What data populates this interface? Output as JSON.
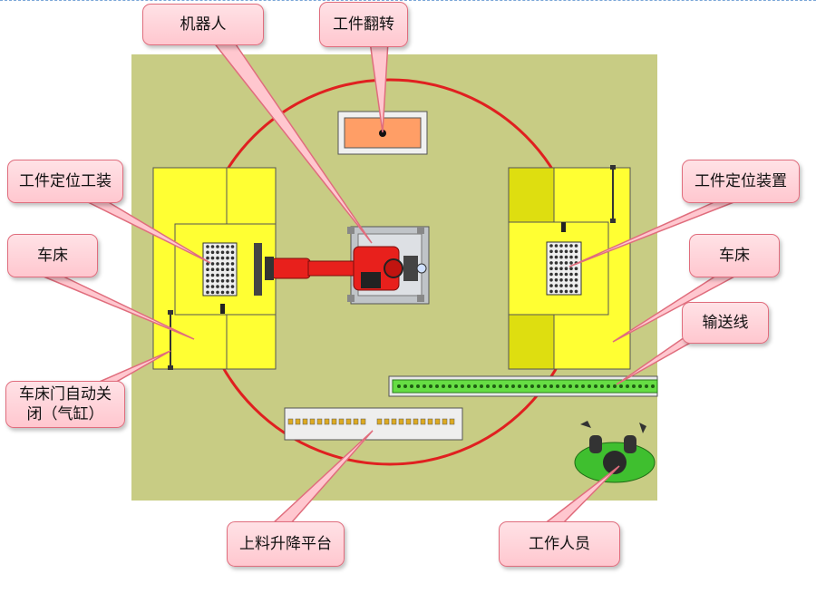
{
  "labels": {
    "robot": "机器人",
    "flip": "工件翻转",
    "fixture_left": "工件定位工装",
    "fixture_right": "工件定位装置",
    "lathe_left": "车床",
    "lathe_right": "车床",
    "conveyor": "输送线",
    "door": "车床门自动关闭（气缸）",
    "lift": "上料升降平台",
    "worker": "工作人员"
  },
  "colors": {
    "floor": "#c8cc84",
    "lathe": "#ffff33",
    "lathe_dark": "#dede10",
    "robot": "#e8201c",
    "circle": "#e02020",
    "flip_station": "#ff9e66",
    "conveyor": "#66dd44",
    "worker": "#3fbf2f",
    "callout_border": "#e06d7d"
  }
}
